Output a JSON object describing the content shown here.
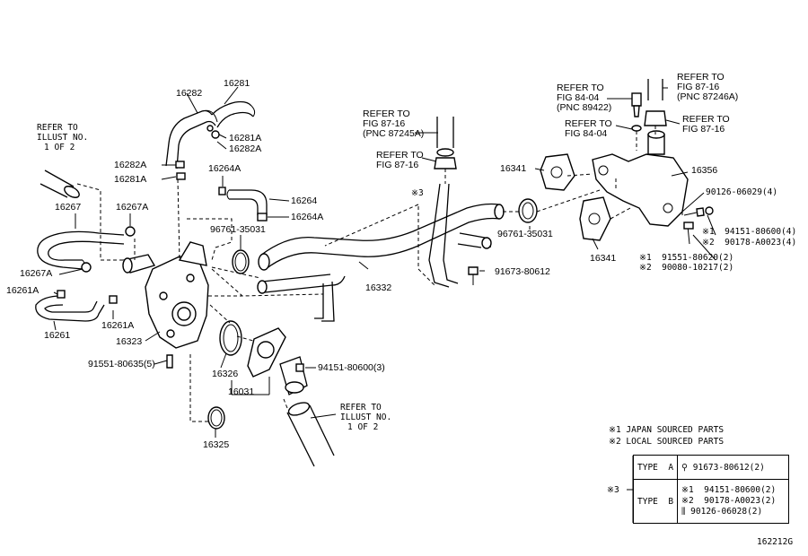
{
  "diagram_id": "162212G",
  "parts": {
    "p16282": "16282",
    "p16281": "16281",
    "p16281A_a": "16281A",
    "p16282A_a": "16282A",
    "p16282A_b": "16282A",
    "p16281A_b": "16281A",
    "p16264A_a": "16264A",
    "p16264": "16264",
    "p16264A_b": "16264A",
    "p16267": "16267",
    "p16267A_a": "16267A",
    "p16267A_b": "16267A",
    "p16261A_a": "16261A",
    "p16261A_b": "16261A",
    "p16261": "16261",
    "p16323": "16323",
    "p91551_80635": "91551-80635(5)",
    "p96761_a": "96761-35031",
    "p16326": "16326",
    "p16031": "16031",
    "p94151_80600": "94151-80600(3)",
    "p16325": "16325",
    "p16332": "16332",
    "p91673": "91673-80612",
    "p96761_b": "96761-35031",
    "p16341_a": "16341",
    "p16341_b": "16341",
    "p16356": "16356",
    "p90126_06029": "90126-06029(4)",
    "p94151_4": "※1  94151-80600(4)",
    "p90178_4": "※2  90178-A0023(4)",
    "p91551_80620": "※1  91551-80620(2)",
    "p90080": "※2  90080-10217(2)",
    "mark3": "※3"
  },
  "refs": {
    "illust_top": [
      "REFER TO",
      "ILLUST NO.",
      "1 OF 2"
    ],
    "illust_bottom": [
      "REFER TO",
      "ILLUST NO.",
      "1 OF 2"
    ],
    "fig87_16_a": [
      "REFER TO",
      "FIG 87-16",
      "(PNC 87245A)"
    ],
    "fig87_16_b": [
      "REFER TO",
      "FIG 87-16"
    ],
    "fig84_04_a": [
      "REFER TO",
      "FIG 84-04",
      "(PNC 89422)"
    ],
    "fig84_04_b": [
      "REFER TO",
      "FIG 84-04"
    ],
    "fig87_16_c": [
      "REFER TO",
      "FIG 87-16",
      "(PNC 87246A)"
    ],
    "fig87_16_d": [
      "REFER TO",
      "FIG 87-16"
    ]
  },
  "legend": {
    "note1": "※1 JAPAN SOURCED PARTS",
    "note2": "※2 LOCAL SOURCED PARTS",
    "mark": "※3",
    "type_a": "TYPE  A",
    "type_a_part": "91673-80612(2)",
    "type_b": "TYPE  B",
    "type_b_part1": "※1  94151-80600(2)",
    "type_b_part2": "※2  90178-A0023(2)",
    "type_b_part3": "90126-06028(2)"
  }
}
